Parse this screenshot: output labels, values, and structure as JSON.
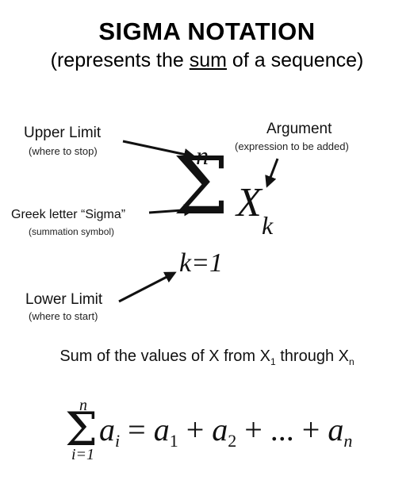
{
  "title": "SIGMA NOTATION",
  "subtitle": {
    "prefix": "(represents the ",
    "emph": "sum",
    "suffix": " of a sequence)"
  },
  "labels": {
    "upper_limit": "Upper Limit",
    "upper_limit_note": "(where to stop)",
    "argument": "Argument",
    "argument_note": "(expression to be added)",
    "sigma": "Greek letter “Sigma”",
    "sigma_note": "(summation symbol)",
    "lower_limit": "Lower Limit",
    "lower_limit_note": "(where to start)"
  },
  "main_notation": {
    "symbol": "Σ",
    "upper": "n",
    "lower": "k=1",
    "arg_var": "X",
    "arg_sub": "k"
  },
  "sum_line": {
    "text1": "Sum of the values of X from X",
    "sub1": "1",
    "text2": " through X",
    "sub2": "n"
  },
  "formula": {
    "symbol": "Σ",
    "upper": "n",
    "lower": "i=1",
    "lhs": "a",
    "lhs_sub": "i",
    "eq": " = ",
    "t1": "a",
    "t1_sub": "1",
    "plus1": " + ",
    "t2": "a",
    "t2_sub": "2",
    "plus2": " + ... + ",
    "t3": "a",
    "t3_sub": "n"
  }
}
